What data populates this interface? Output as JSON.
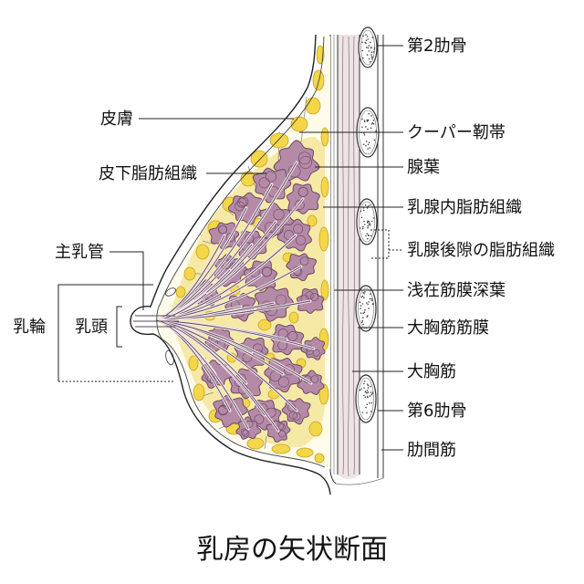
{
  "title": "乳房の矢状断面",
  "labels": {
    "rib_2": "第2肋骨",
    "cooper_ligament": "クーパー靭帯",
    "gland_lobe": "腺葉",
    "intramammary_fat": "乳腺内脂肪組織",
    "retromammary_fat": "乳腺後隙の脂肪組織",
    "deep_superficial_fascia": "浅在筋膜深葉",
    "pectoralis_fascia": "大胸筋筋膜",
    "pectoralis_major": "大胸筋",
    "rib_6": "第6肋骨",
    "intercostal_muscle": "肋間筋",
    "skin": "皮膚",
    "subcutaneous_fat": "皮下脂肪組織",
    "main_duct": "主乳管",
    "nipple": "乳頭",
    "areola": "乳輪"
  },
  "colors": {
    "gland": "#b48aa7",
    "gland_outline": "#6b4964",
    "duct": "#5a4757",
    "duct_channel": "#f1e6ec",
    "fat": "#f3d649",
    "fat_outline": "#c5a329",
    "tissue_background": "#fffbea",
    "gland_zone": "#f6e9a6",
    "muscle": "#efe3e6",
    "bone_dots": "#444444",
    "ligament": "#8a8a8a"
  }
}
